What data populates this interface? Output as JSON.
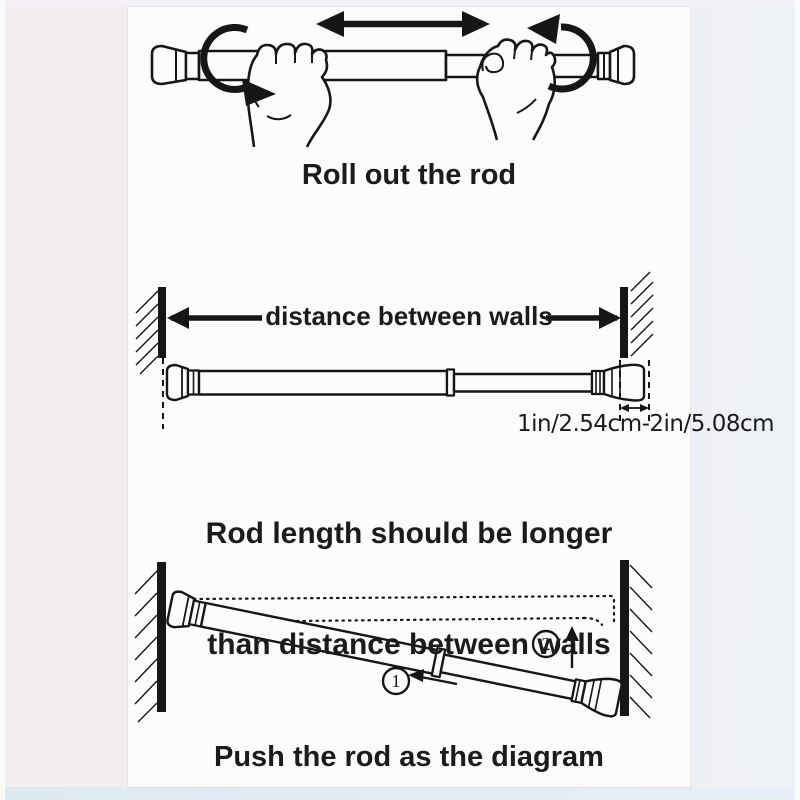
{
  "step1": {
    "caption": "Roll out the rod"
  },
  "step2": {
    "distance_label": "distance between walls",
    "size_range": "1in/2.54cm-2in/5.08cm",
    "caption_line1": "Rod length should be longer",
    "caption_line2": "than distance between walls"
  },
  "step3": {
    "marker1": "1",
    "marker2": "2",
    "caption": "Push the rod as the diagram"
  },
  "colors": {
    "ink": "#161616",
    "panel": "#fdfcfa",
    "outer_left": "#f2eeee",
    "outer_right": "#eef1f6",
    "bottom_strip": "#dfe9f2",
    "top_strip": "#f3f1f7"
  }
}
